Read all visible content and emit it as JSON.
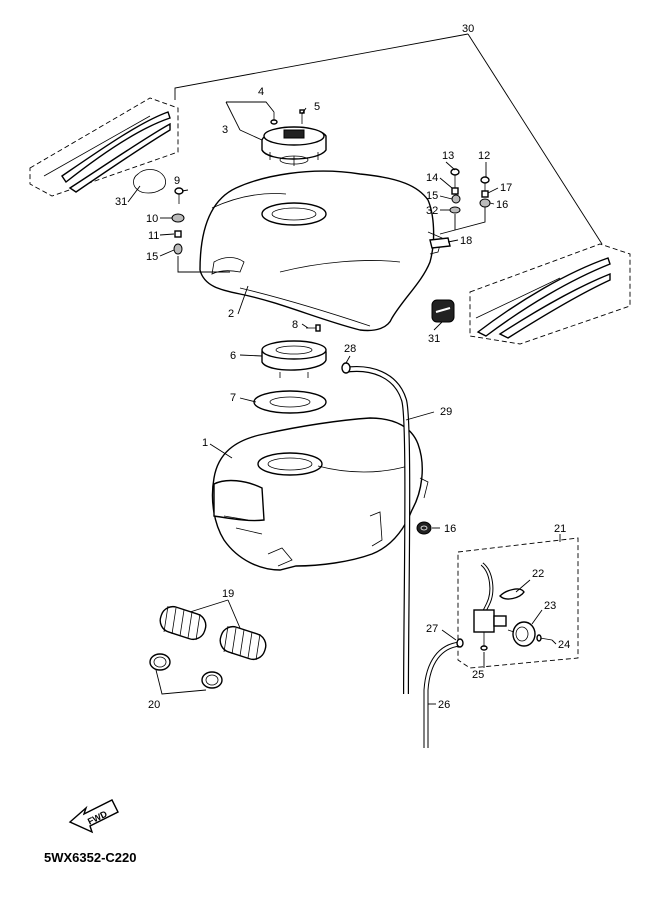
{
  "diagram": {
    "code_label": "5WX6352-C220",
    "fwd_label": "FWD",
    "callouts": {
      "c1": "1",
      "c2": "2",
      "c3": "3",
      "c4": "4",
      "c5": "5",
      "c6": "6",
      "c7": "7",
      "c8": "8",
      "c9": "9",
      "c10": "10",
      "c11": "11",
      "c12": "12",
      "c13": "13",
      "c14": "14",
      "c15a": "15",
      "c15b": "15",
      "c16a": "16",
      "c16b": "16",
      "c17": "17",
      "c18": "18",
      "c19": "19",
      "c20": "20",
      "c21": "21",
      "c22": "22",
      "c23": "23",
      "c24": "24",
      "c25": "25",
      "c26": "26",
      "c27": "27",
      "c28": "28",
      "c29": "29",
      "c30": "30",
      "c31a": "31",
      "c31b": "31",
      "c32": "32"
    }
  }
}
